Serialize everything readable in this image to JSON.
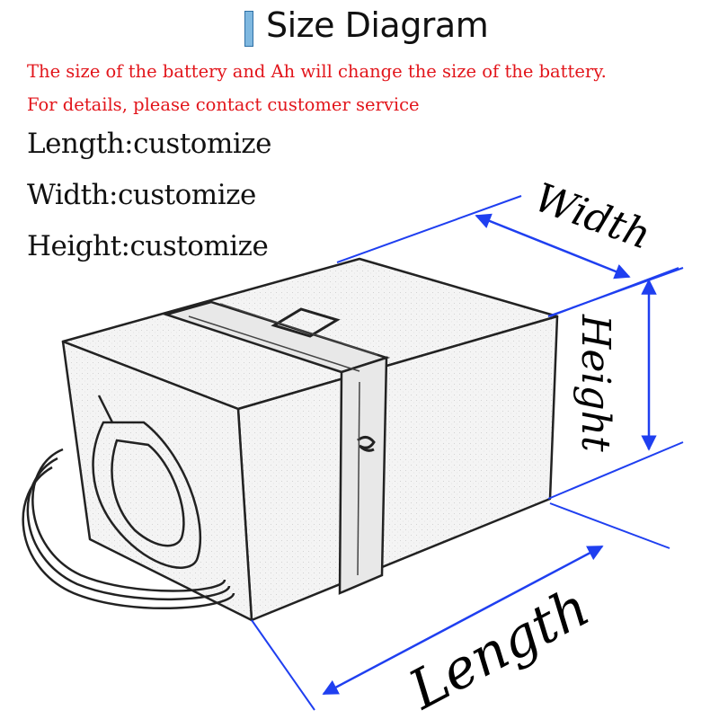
{
  "header": {
    "title": "Size Diagram"
  },
  "notes": {
    "line1": "The size of the battery and Ah will change the size of the battery.",
    "line2": "For details, please contact customer service"
  },
  "specs": [
    {
      "text": "Length:customize"
    },
    {
      "text": "Width:customize"
    },
    {
      "text": "Height:customize"
    }
  ],
  "dimensions": {
    "length": "Length",
    "width": "Width",
    "height": "Height"
  },
  "colors": {
    "accent": "#1f3ff0",
    "note": "#e2151b",
    "title_bar": "#7fb8e0"
  }
}
